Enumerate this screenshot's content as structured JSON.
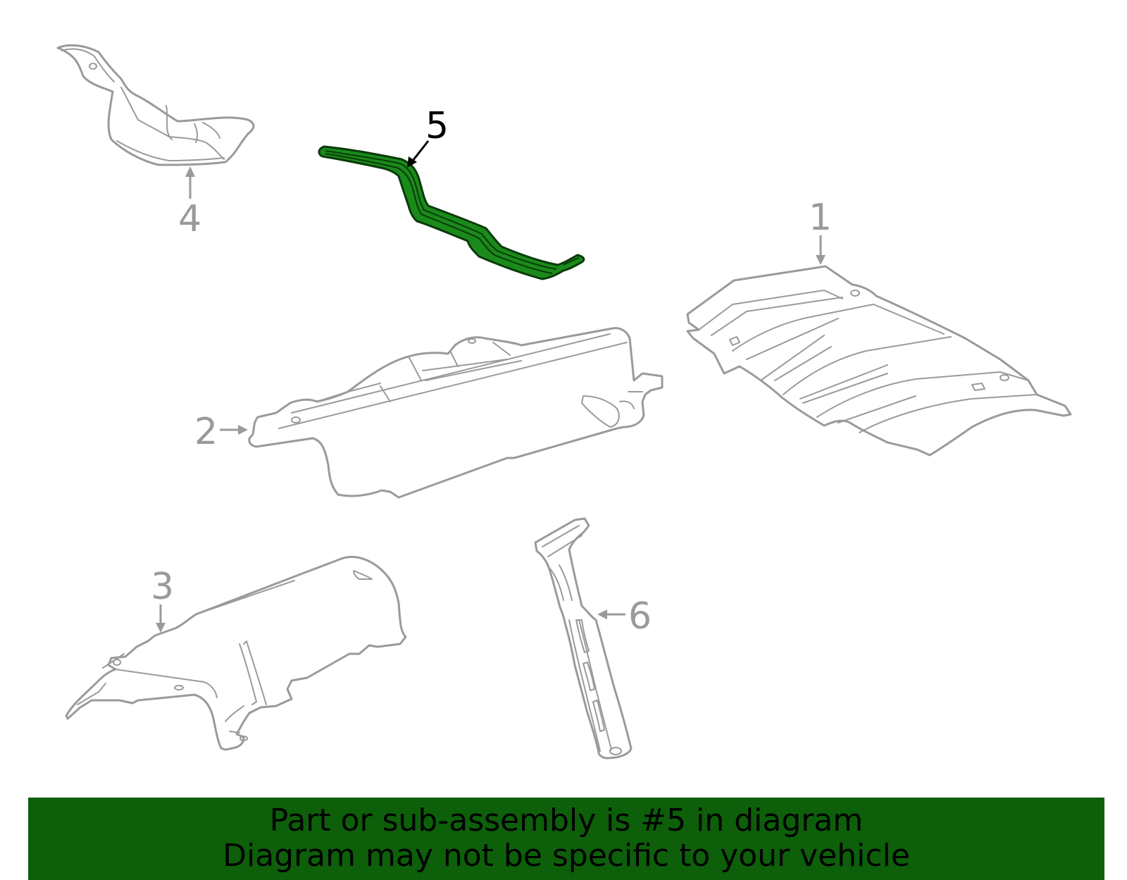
{
  "callouts": {
    "part1": "1",
    "part2": "2",
    "part3": "3",
    "part4": "4",
    "part5": "5",
    "part6": "6"
  },
  "highlight": {
    "part": "5",
    "fill_color": "#1a8a1a",
    "stroke_color": "#0a3a0a"
  },
  "banner": {
    "line1": "Part or sub-assembly is #5 in diagram",
    "line2": "Diagram may not be specific to your vehicle",
    "background_color": "#0d5f0a"
  }
}
